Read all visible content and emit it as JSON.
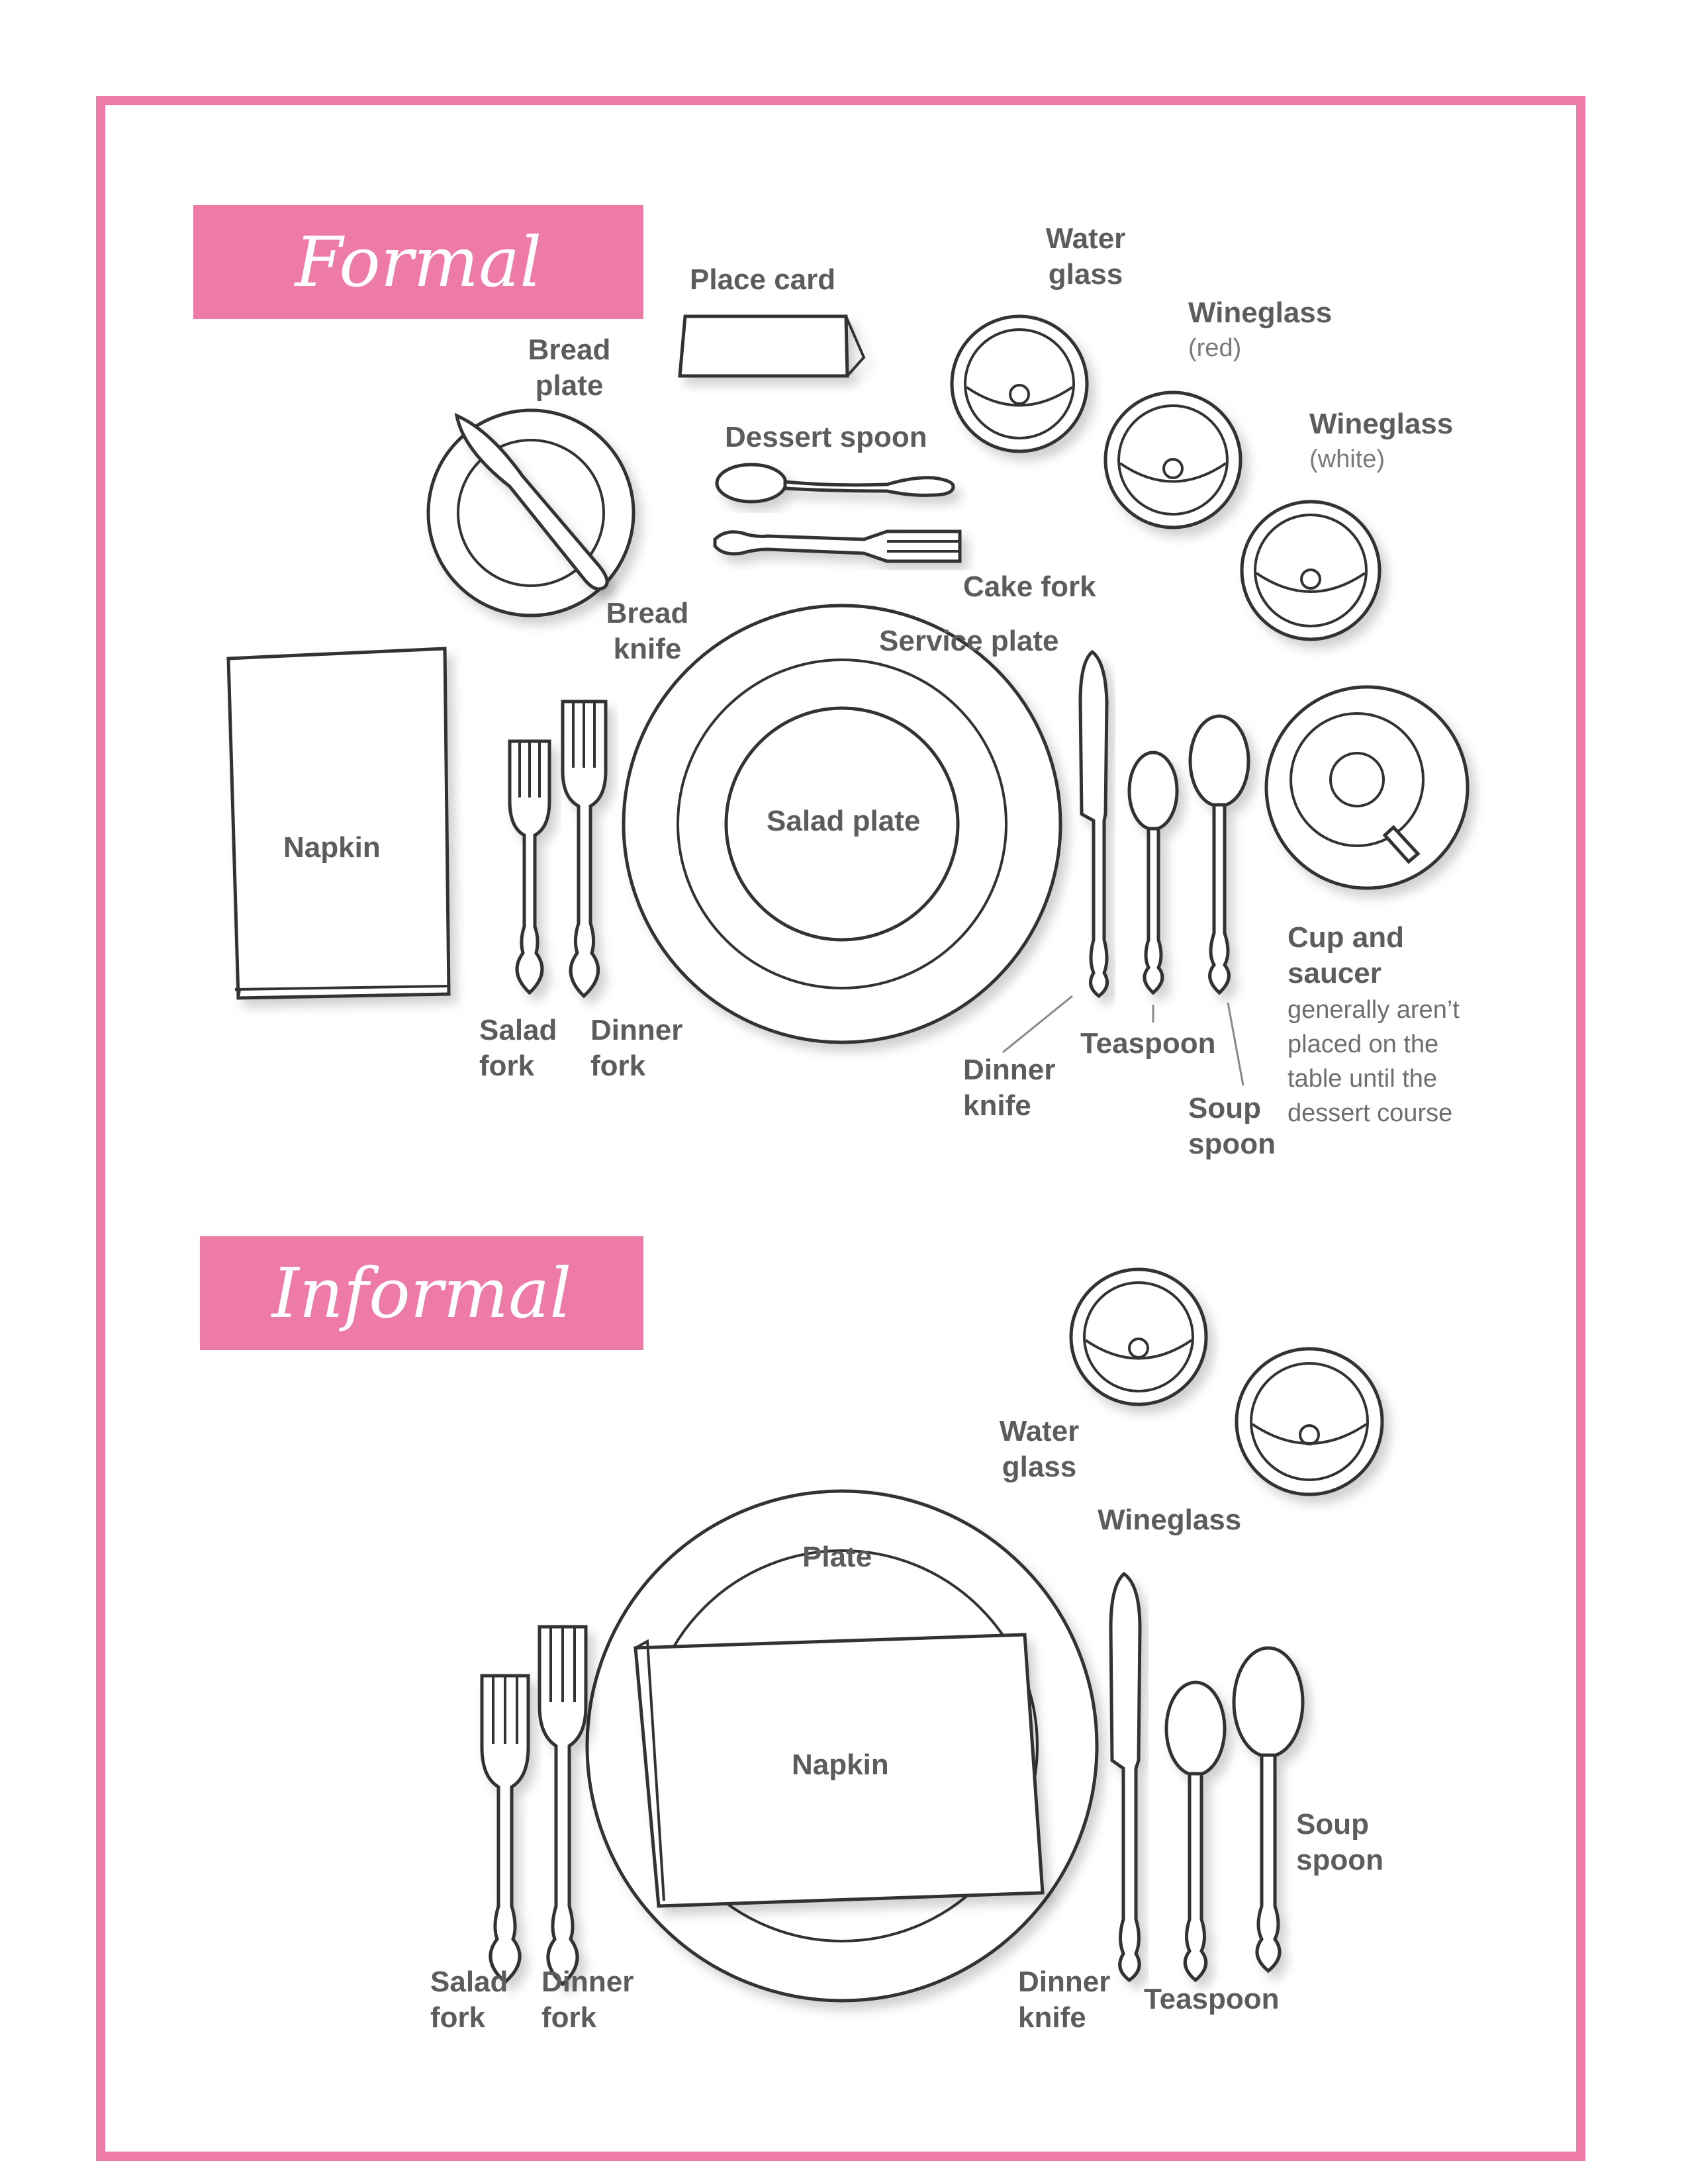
{
  "formal": {
    "title": "Formal",
    "labels": {
      "water_glass": "Water\nglass",
      "place_card": "Place card",
      "wineglass_red": "Wineglass",
      "wineglass_red_sub": "(red)",
      "wineglass_white": "Wineglass",
      "wineglass_white_sub": "(white)",
      "bread_plate": "Bread\nplate",
      "dessert_spoon": "Dessert spoon",
      "cake_fork": "Cake fork",
      "bread_knife": "Bread\nknife",
      "service_plate": "Service plate",
      "napkin": "Napkin",
      "salad_plate": "Salad plate",
      "salad_fork": "Salad\nfork",
      "dinner_fork": "Dinner\nfork",
      "dinner_knife": "Dinner\nknife",
      "teaspoon": "Teaspoon",
      "soup_spoon": "Soup\nspoon",
      "cup_and_saucer": "Cup and\nsaucer",
      "cup_note": "generally aren’t\nplaced on the\ntable until the\ndessert course"
    }
  },
  "informal": {
    "title": "Informal",
    "labels": {
      "water_glass": "Water\nglass",
      "wineglass": "Wineglass",
      "plate": "Plate",
      "napkin": "Napkin",
      "salad_fork": "Salad\nfork",
      "dinner_fork": "Dinner\nfork",
      "dinner_knife": "Dinner\nknife",
      "teaspoon": "Teaspoon",
      "soup_spoon": "Soup\nspoon"
    }
  },
  "colors": {
    "accent": "#ee7aa7",
    "label": "#5c5c5c",
    "line": "#333333"
  }
}
